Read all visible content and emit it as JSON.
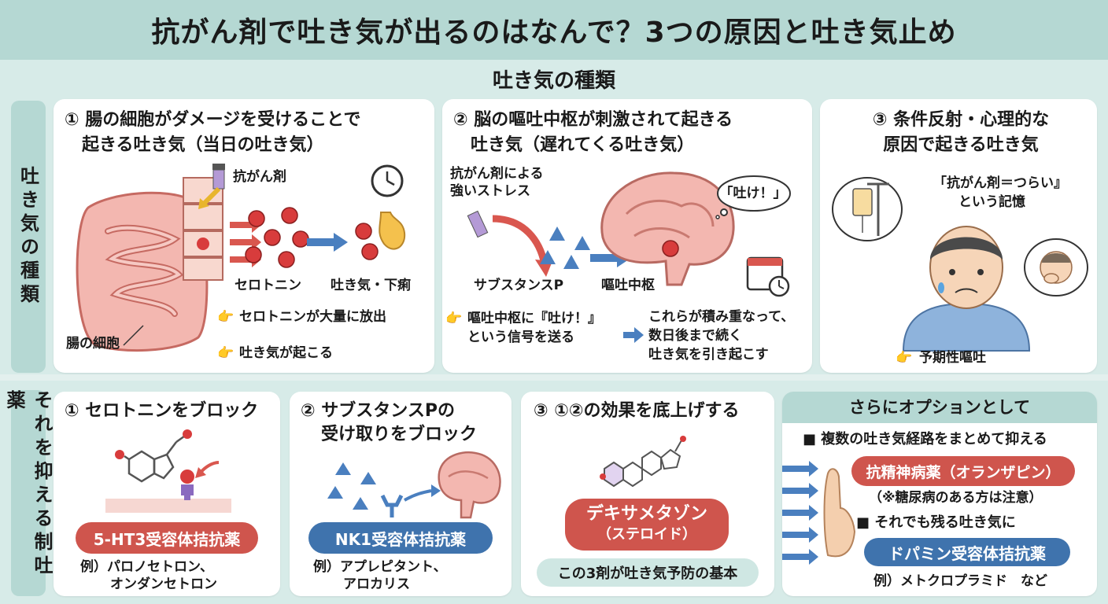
{
  "title": "抗がん剤で吐き気が出るのはなんで？3つの原因と吐き気止め",
  "types_section_title": "吐き気の種類",
  "types_side_label": "吐き気の種類",
  "drugs_side_label": "それを抑える制吐薬",
  "type1": {
    "title_line1": "① 腸の細胞がダメージを受けることで",
    "title_line2": "起きる吐き気（当日の吐き気）",
    "anticancer_label": "抗がん剤",
    "serotonin_label": "セロトニン",
    "result_label": "吐き気・下痢",
    "cell_label": "腸の細胞",
    "note1": "セロトニンが大量に放出",
    "note2": "吐き気が起こる"
  },
  "type2": {
    "title_line1": "② 脳の嘔吐中枢が刺激されて起きる",
    "title_line2": "吐き気（遅れてくる吐き気）",
    "stress_line1": "抗がん剤による",
    "stress_line2": "強いストレス",
    "speech": "「吐け！」",
    "substance_label": "サブスタンスP",
    "center_label": "嘔吐中枢",
    "note_line1": "嘔吐中枢に『吐け！』",
    "note_line2": "という信号を送る",
    "result_line1": "これらが積み重なって、",
    "result_line2": "数日後まで続く",
    "result_line3": "吐き気を引き起こす"
  },
  "type3": {
    "title_line1": "③ 条件反射・心理的な",
    "title_line2": "原因で起きる吐き気",
    "memory_line1": "「抗がん剤＝つらい』",
    "memory_line2": "という記憶",
    "note": "予期性嘔吐"
  },
  "drug1": {
    "title": "① セロトニンをブロック",
    "pill": "5-HT3受容体拮抗薬",
    "example_line1": "例）パロノセトロン、",
    "example_line2": "オンダンセトロン"
  },
  "drug2": {
    "title_line1": "② サブスタンスPの",
    "title_line2": "受け取りをブロック",
    "pill": "NK1受容体拮抗薬",
    "example_line1": "例）アプレピタント、",
    "example_line2": "アロカリス"
  },
  "drug3": {
    "title": "③ ①②の効果を底上げする",
    "pill_line1": "デキサメタゾン",
    "pill_line2": "（ステロイド）",
    "footer": "この3剤が吐き気予防の基本"
  },
  "options": {
    "title": "さらにオプションとして",
    "item1": "■ 複数の吐き気経路をまとめて抑える",
    "pill1": "抗精神病薬（オランザピン）",
    "note1": "（※糖尿病のある方は注意）",
    "item2": "■ それでも残る吐き気に",
    "pill2": "ドパミン受容体拮抗薬",
    "example": "例）メトクロプラミド　など"
  },
  "colors": {
    "accent_red": "#cf554d",
    "accent_blue": "#3f73ad",
    "band": "#b5d8d3"
  },
  "icons": [
    "hand-pointing-icon",
    "clock-icon",
    "calendar-icon",
    "brain-icon",
    "intestine-icon",
    "serotonin-molecule-icon",
    "iv-drip-icon",
    "worried-person-icon",
    "stop-hand-icon",
    "steroid-molecule-icon"
  ]
}
